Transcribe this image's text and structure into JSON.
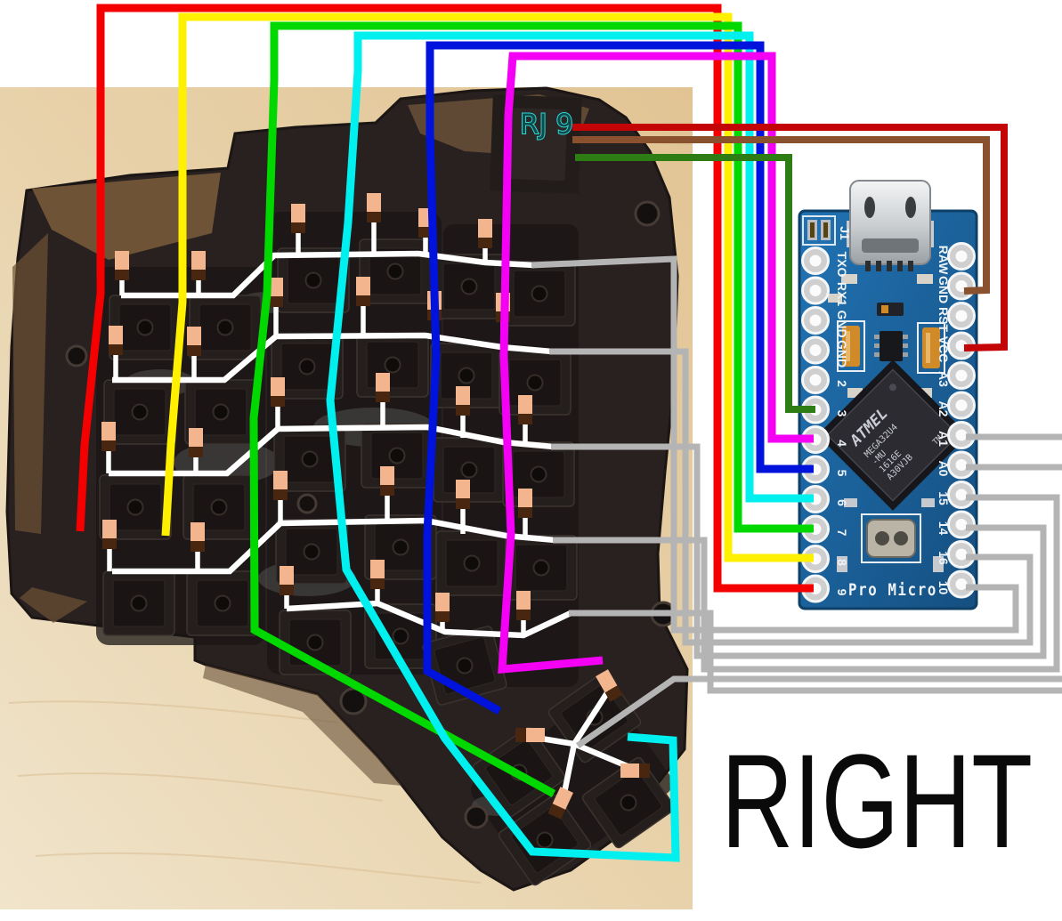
{
  "side_label": "RIGHT",
  "connector_label": "RJ 9",
  "board": {
    "name": "Pro Micro",
    "silkscreen_left": [
      "J1",
      "TXO",
      "RX1",
      "GND",
      "GND",
      "2",
      "3",
      "4",
      "5",
      "6",
      "7",
      "8",
      "9"
    ],
    "silkscreen_right": [
      "RAW",
      "GND",
      "RST",
      "VCC",
      "A3",
      "A2",
      "A1",
      "A0",
      "15",
      "14",
      "16",
      "10"
    ],
    "chip_marking": [
      "ATMEL",
      "MEGA32U4",
      "-MU",
      "1616E",
      "A30VJB"
    ],
    "chip_tm": "TM"
  },
  "wiring": {
    "column_wires": [
      {
        "color_name": "red",
        "hex": "#f40000",
        "connects_to_pin": "9"
      },
      {
        "color_name": "yellow",
        "hex": "#fff000",
        "connects_to_pin": "8"
      },
      {
        "color_name": "green",
        "hex": "#00d800",
        "connects_to_pin": "7"
      },
      {
        "color_name": "cyan",
        "hex": "#00efef",
        "connects_to_pin": "6"
      },
      {
        "color_name": "blue",
        "hex": "#0013dd",
        "connects_to_pin": "5"
      },
      {
        "color_name": "magenta",
        "hex": "#f400f4",
        "connects_to_pin": "4"
      }
    ],
    "rj9_wires": [
      {
        "color_name": "dark-red",
        "hex": "#c40505",
        "connects_to_pin": "VCC"
      },
      {
        "color_name": "brown",
        "hex": "#8a512e",
        "connects_to_pin": "GND"
      },
      {
        "color_name": "dark-green",
        "hex": "#2e7c14",
        "connects_to_pin": "3"
      }
    ],
    "row_wires": [
      {
        "row": "row-1",
        "color_name": "gray",
        "hex": "#b4b4b4",
        "connects_to_pin": "10"
      },
      {
        "row": "row-2",
        "color_name": "gray",
        "hex": "#b4b4b4",
        "connects_to_pin": "16"
      },
      {
        "row": "row-3",
        "color_name": "gray",
        "hex": "#b4b4b4",
        "connects_to_pin": "14"
      },
      {
        "row": "row-4",
        "color_name": "gray",
        "hex": "#b4b4b4",
        "connects_to_pin": "15"
      },
      {
        "row": "row-5",
        "color_name": "gray",
        "hex": "#b4b4b4",
        "connects_to_pin": "A0"
      },
      {
        "row": "thumb-row",
        "color_name": "gray",
        "hex": "#b4b4b4",
        "connects_to_pin": "A1"
      }
    ]
  }
}
